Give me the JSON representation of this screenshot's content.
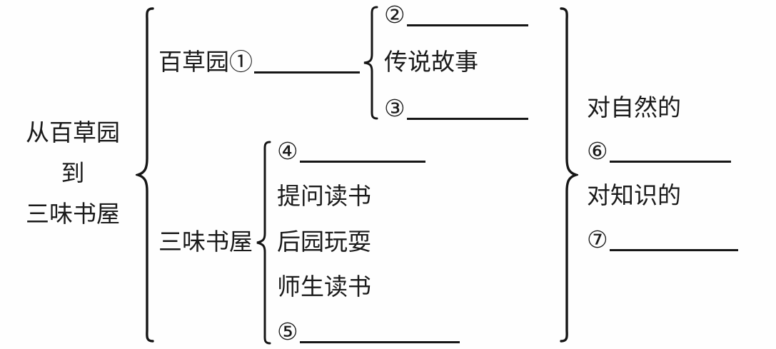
{
  "root": {
    "lines": [
      "从百草园",
      "到",
      "三味书屋"
    ]
  },
  "groups": [
    {
      "label_prefix": "百草园①",
      "items": [
        {
          "text": "②",
          "blank": true
        },
        {
          "text": "传说故事",
          "blank": false
        },
        {
          "text": "③",
          "blank": true
        }
      ]
    },
    {
      "label_prefix": "三味书屋",
      "items": [
        {
          "text": "④",
          "blank": true
        },
        {
          "text": "提问读书",
          "blank": false
        },
        {
          "text": "后园玩耍",
          "blank": false
        },
        {
          "text": "师生读书",
          "blank": false
        },
        {
          "text": "⑤",
          "blank": true
        }
      ]
    }
  ],
  "conclusion": {
    "items": [
      {
        "text": "对自然的",
        "blank": false
      },
      {
        "text": "⑥",
        "blank": true
      },
      {
        "text": "对知识的",
        "blank": false
      },
      {
        "text": "⑦",
        "blank": true
      }
    ]
  },
  "colors": {
    "ink": "#1a1a1a",
    "background": "#fefefe"
  }
}
